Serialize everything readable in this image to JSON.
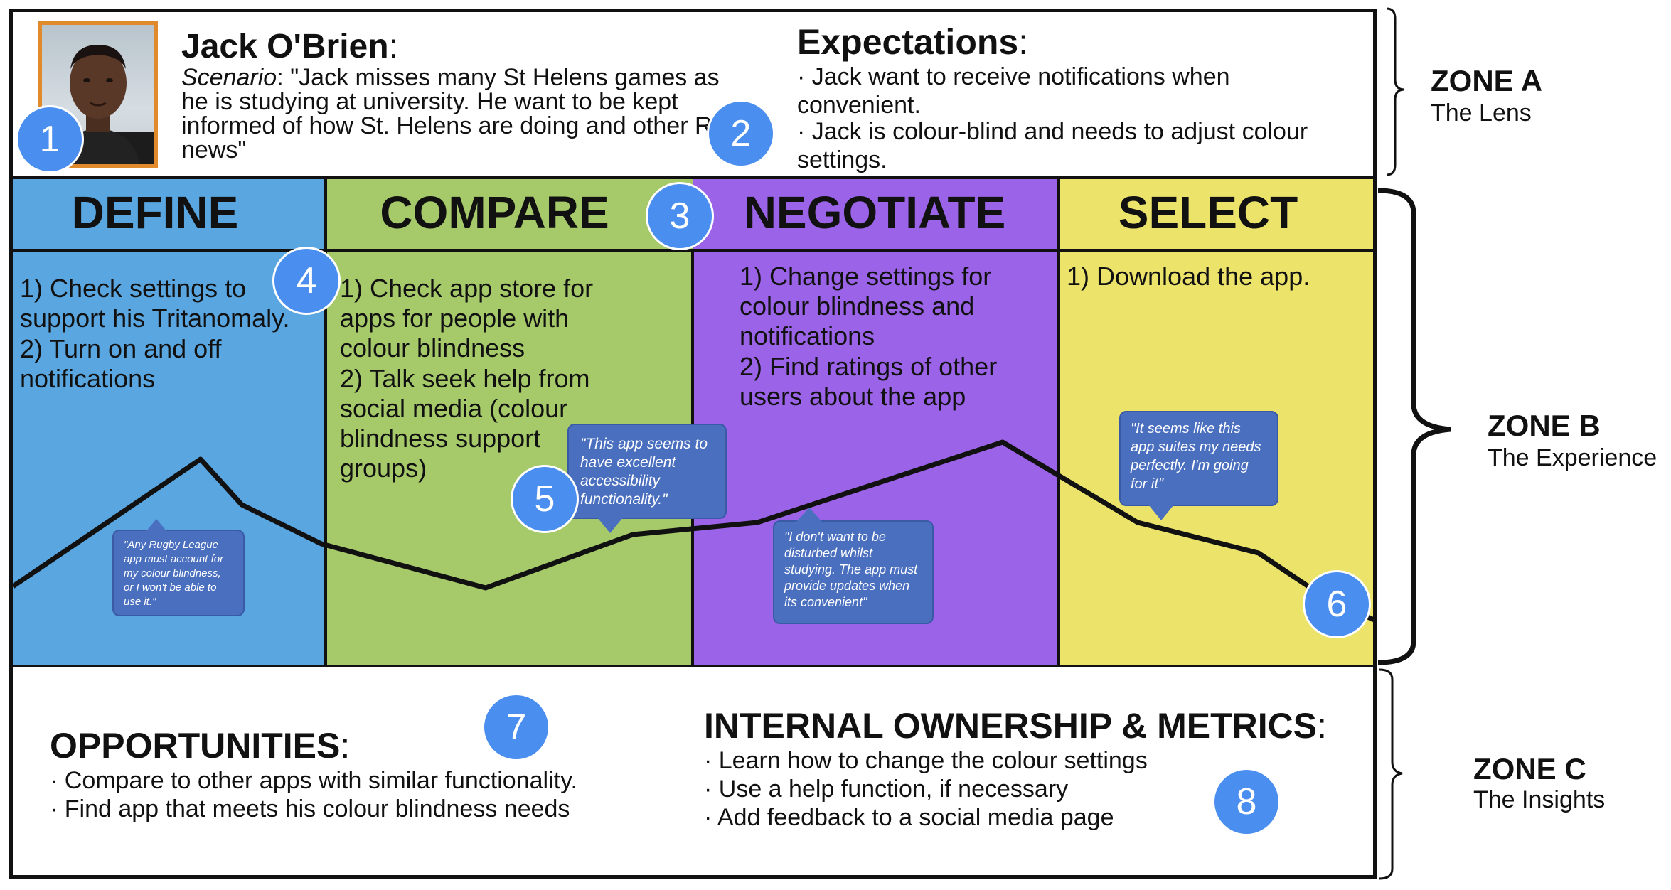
{
  "zone_a": {
    "name": "Jack O'Brien",
    "name_colon": ":",
    "scenario_label": "Scenario",
    "scenario_text": ": \"Jack misses many St Helens games as he is studying at university. He want to be kept informed of how St. Helens are doing and other RL news\"",
    "expectations_title": "Expectations",
    "expectations_colon": ":",
    "expectations": [
      "·  Jack want to receive notifications when convenient.",
      "·   Jack is colour-blind and needs to adjust colour settings."
    ]
  },
  "phases": [
    {
      "title": "DEFINE",
      "color": "#5aa6e0",
      "steps": [
        "1)   Check settings to support his Tritanomaly.",
        "2)   Turn on and off notifications"
      ]
    },
    {
      "title": "COMPARE",
      "color": "#a6c96a",
      "steps": [
        "1)   Check app store for apps for people with colour blindness",
        "2)   Talk seek help from social media (colour blindness support groups)"
      ]
    },
    {
      "title": "NEGOTIATE",
      "color": "#9b63e8",
      "steps": [
        "1)   Change settings for colour blindness and notifications",
        "2)   Find ratings of other users about the app"
      ]
    },
    {
      "title": "SELECT",
      "color": "#ece36b",
      "steps": [
        "1)   Download the app."
      ]
    }
  ],
  "quotes": [
    "\"Any Rugby League app must account for my colour blindness, or I won't be able to use it.\"",
    "\"This app seems to have excellent accessibility functionality.\"",
    "\"I don't want to be disturbed whilst studying. The app must provide updates when its convenient\"",
    "\"It seems like this app suites my needs perfectly. I'm going for it\""
  ],
  "badges": [
    "1",
    "2",
    "3",
    "4",
    "5",
    "6",
    "7",
    "8"
  ],
  "zone_c": {
    "opportunities_title": "OPPORTUNITIES",
    "opportunities_colon": ":",
    "opportunities": [
      "·  Compare to other apps with similar functionality.",
      "·  Find app that meets his colour blindness needs"
    ],
    "metrics_title": "INTERNAL OWNERSHIP & METRICS",
    "metrics_colon": ":",
    "metrics": [
      "·  Learn how to change the colour settings",
      "·  Use a help function, if necessary",
      "·  Add feedback to a social media page"
    ]
  },
  "zones": [
    {
      "label": "ZONE A",
      "sub": "The Lens"
    },
    {
      "label": "ZONE B",
      "sub": "The Experience"
    },
    {
      "label": "ZONE C",
      "sub": "The Insights"
    }
  ]
}
